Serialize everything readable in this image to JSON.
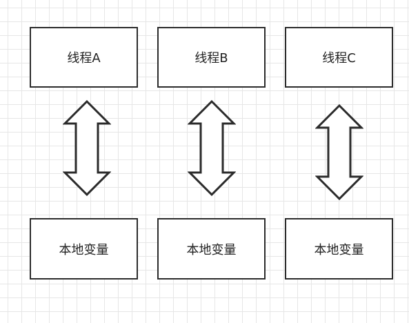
{
  "threads": [
    {
      "label": "线程A",
      "local": "本地变量"
    },
    {
      "label": "线程B",
      "local": "本地变量"
    },
    {
      "label": "线程C",
      "local": "本地变量"
    }
  ]
}
